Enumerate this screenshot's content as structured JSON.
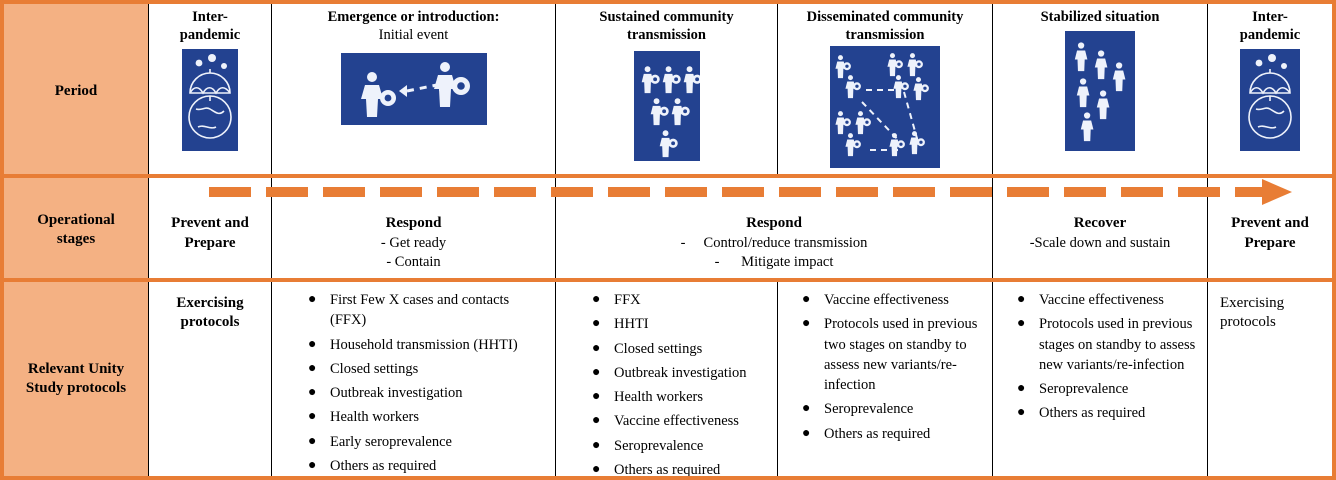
{
  "theme": {
    "accent_orange": "#E87D35",
    "header_fill": "#F4B183",
    "icon_blue": "#234290",
    "text_color": "#000000"
  },
  "rows": {
    "period": {
      "header": "Period",
      "columns": [
        {
          "title": "Inter-\npandemic",
          "subtitle": "",
          "icon": "umbrella-over-globe-with-virus-icon"
        },
        {
          "title": "Emergence or introduction:",
          "subtitle": "Initial event",
          "icon": "two-people-virus-transmission-arrow-icon"
        },
        {
          "title": "Sustained community\ntransmission",
          "subtitle": "",
          "icon": "six-people-with-virus-icon"
        },
        {
          "title": "Disseminated community\ntransmission",
          "subtitle": "",
          "icon": "network-of-people-with-virus-icon"
        },
        {
          "title": "Stabilized situation",
          "subtitle": "",
          "icon": "six-people-no-virus-icon"
        },
        {
          "title": "Inter-\npandemic",
          "subtitle": "",
          "icon": "umbrella-over-globe-with-virus-icon"
        }
      ]
    },
    "operational": {
      "header": "Operational\nstages",
      "columns": [
        {
          "title": "Prevent and\nPrepare",
          "lines": []
        },
        {
          "title": "Respond",
          "lines": [
            "- Get ready",
            "- Contain"
          ]
        },
        {
          "title": "Respond",
          "lines": [
            "-     Control/reduce transmission",
            "-      Mitigate impact"
          ]
        },
        {
          "title": "Recover",
          "lines": [
            "-Scale down and sustain"
          ]
        },
        {
          "title": "Prevent and\nPrepare",
          "lines": []
        }
      ]
    },
    "protocols": {
      "header": "Relevant Unity\nStudy protocols",
      "columns": [
        {
          "kind": "plain-bold",
          "text": "Exercising\nprotocols",
          "items": []
        },
        {
          "kind": "list",
          "text": "",
          "items": [
            "First Few X cases and contacts (FFX)",
            "Household transmission (HHTI)",
            "Closed settings",
            "Outbreak investigation",
            "Health workers",
            "Early seroprevalence",
            "Others as required"
          ]
        },
        {
          "kind": "list",
          "text": "",
          "items": [
            "FFX",
            "HHTI",
            "Closed settings",
            "Outbreak investigation",
            "Health workers",
            "Vaccine effectiveness",
            "Seroprevalence",
            "Others as required"
          ]
        },
        {
          "kind": "list",
          "text": "",
          "items": [
            "Vaccine effectiveness",
            "Protocols used in previous two stages on standby to assess new variants/re-infection",
            "Seroprevalence",
            "Others as required"
          ]
        },
        {
          "kind": "list",
          "text": "",
          "items": [
            "Vaccine effectiveness",
            "Protocols used in previous stages on standby to assess new variants/re-infection",
            "Seroprevalence",
            "Others as required"
          ]
        },
        {
          "kind": "plain-normal",
          "text": "Exercising\nprotocols",
          "items": []
        }
      ]
    }
  },
  "bullet_glyph": "●",
  "arrow": {
    "name": "orange-dashed-progress-arrow",
    "dash_count": 20
  }
}
